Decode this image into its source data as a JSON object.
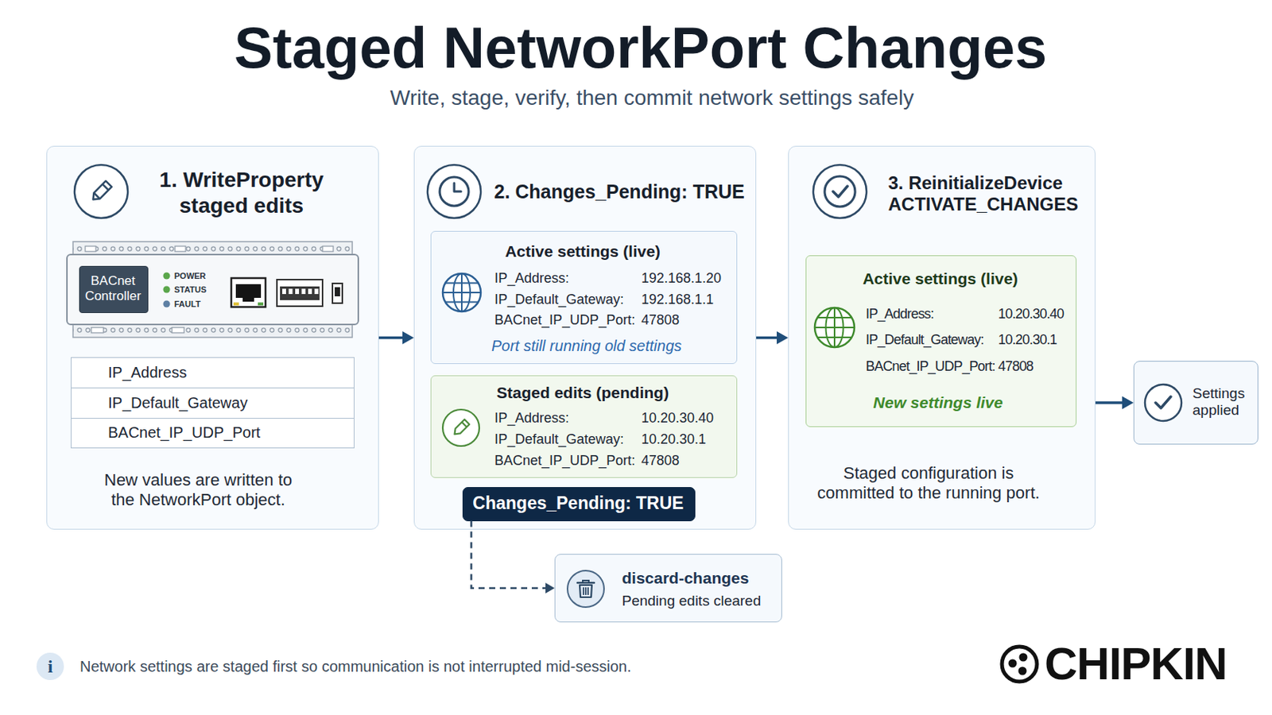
{
  "diagram": {
    "title": "Staged NetworkPort Changes",
    "nodes": [
      {
        "text": [
          "1. WriteProperty staged edits",
          "New values are written to the NetworkPort object."
        ]
      },
      {
        "text": [
          "BACnet Controller"
        ],
        "in": 0
      },
      {
        "text": [
          "IP_Address"
        ],
        "in": 0
      },
      {
        "text": [
          "IP_Default_Gateway"
        ],
        "in": 0
      },
      {
        "text": [
          "BACnet_IP_UDP_Port"
        ],
        "in": 0
      },
      {
        "text": [
          "2. Changes_Pending: TRUE"
        ]
      },
      {
        "text": [
          "Active settings (live)",
          "Port still running old settings"
        ],
        "in": 5
      },
      {
        "text": [
          "Staged edits (pending)"
        ],
        "in": 5
      },
      {
        "text": [
          "Changes_Pending: TRUE"
        ],
        "in": 5
      },
      {
        "text": [
          "3. ReinitializeDevice ACTIVATE_CHANGES",
          "Staged configuration is committed to the running port."
        ]
      },
      {
        "text": [
          "Active settings (live)",
          "New settings live"
        ],
        "in": 9
      },
      {
        "text": [
          "Settings applied"
        ]
      },
      {
        "text": [
          "discard-changes",
          "Pending edits cleared"
        ]
      }
    ],
    "edges": [
      {
        "from": 0,
        "to": 5,
        "arrow": "to"
      },
      {
        "from": 5,
        "to": 9,
        "arrow": "to"
      },
      {
        "from": 9,
        "to": 11,
        "arrow": "to"
      },
      {
        "from": 8,
        "to": 12,
        "arrow": "to"
      }
    ],
    "labels": [
      "Write, stage, verify, then commit network settings safely",
      "POWER",
      "STATUS",
      "FAULT",
      "IP_Address:",
      "192.168.1.20",
      "IP_Default_Gateway:",
      "192.168.1.1",
      "BACnet_IP_UDP_Port:",
      "47808",
      "IP_Address:",
      "10.20.30.40",
      "IP_Default_Gateway:",
      "10.20.30.1",
      "BACnet_IP_UDP_Port:",
      "47808",
      "IP_Address:",
      "10.20.30.40",
      "IP_Default_Gateway:",
      "10.20.30.1",
      "BACnet_IP_UDP_Port:",
      "47808",
      "i",
      "Network settings are staged first so communication is not interrupted mid-session.",
      "CHIPKIN"
    ]
  }
}
